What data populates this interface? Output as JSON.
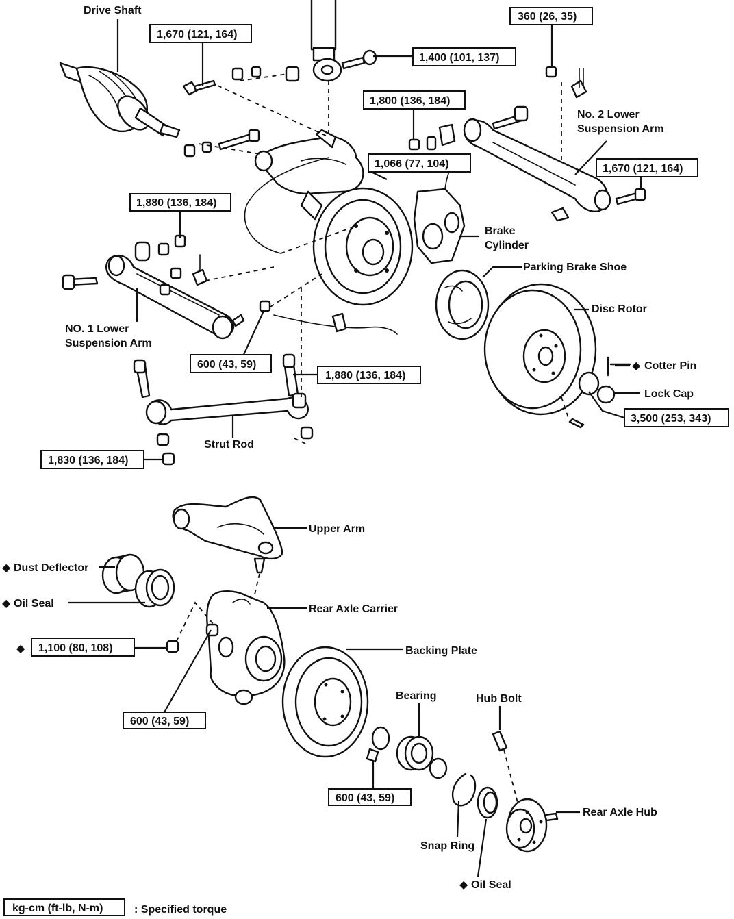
{
  "labels": {
    "drive_shaft": "Drive Shaft",
    "no2_lower_arm_1": "No. 2 Lower",
    "no2_lower_arm_2": "Suspension Arm",
    "brake_cylinder_1": "Brake",
    "brake_cylinder_2": "Cylinder",
    "parking_brake_shoe": "Parking Brake Shoe",
    "disc_rotor": "Disc Rotor",
    "cotter_pin": "Cotter Pin",
    "lock_cap": "Lock Cap",
    "no1_lower_arm_1": "NO. 1 Lower",
    "no1_lower_arm_2": "Suspension Arm",
    "strut_rod": "Strut Rod",
    "upper_arm": "Upper Arm",
    "dust_deflector": "Dust Deflector",
    "oil_seal_left": "Oil Seal",
    "rear_axle_carrier": "Rear Axle Carrier",
    "backing_plate": "Backing Plate",
    "bearing": "Bearing",
    "hub_bolt": "Hub Bolt",
    "rear_axle_hub": "Rear Axle Hub",
    "snap_ring": "Snap Ring",
    "oil_seal_bottom": "Oil Seal"
  },
  "torques": {
    "t_1670_top": "1,670 (121, 164)",
    "t_1400": "1,400 (101, 137)",
    "t_360": "360 (26, 35)",
    "t_1800": "1,800 (136, 184)",
    "t_1066": "1,066 (77, 104)",
    "t_1670_right": "1,670 (121, 164)",
    "t_1880_left": "1,880 (136, 184)",
    "t_600_a": "600 (43, 59)",
    "t_1880_mid": "1,880 (136, 184)",
    "t_3500": "3,500 (253, 343)",
    "t_1830": "1,830 (136, 184)",
    "t_1100": "1,100 (80, 108)",
    "t_600_b": "600 (43, 59)",
    "t_600_c": "600 (43, 59)"
  },
  "legend": {
    "unit_box": "kg-cm (ft-lb, N-m)",
    "meaning": ": Specified torque"
  },
  "marker_symbol": "◆"
}
